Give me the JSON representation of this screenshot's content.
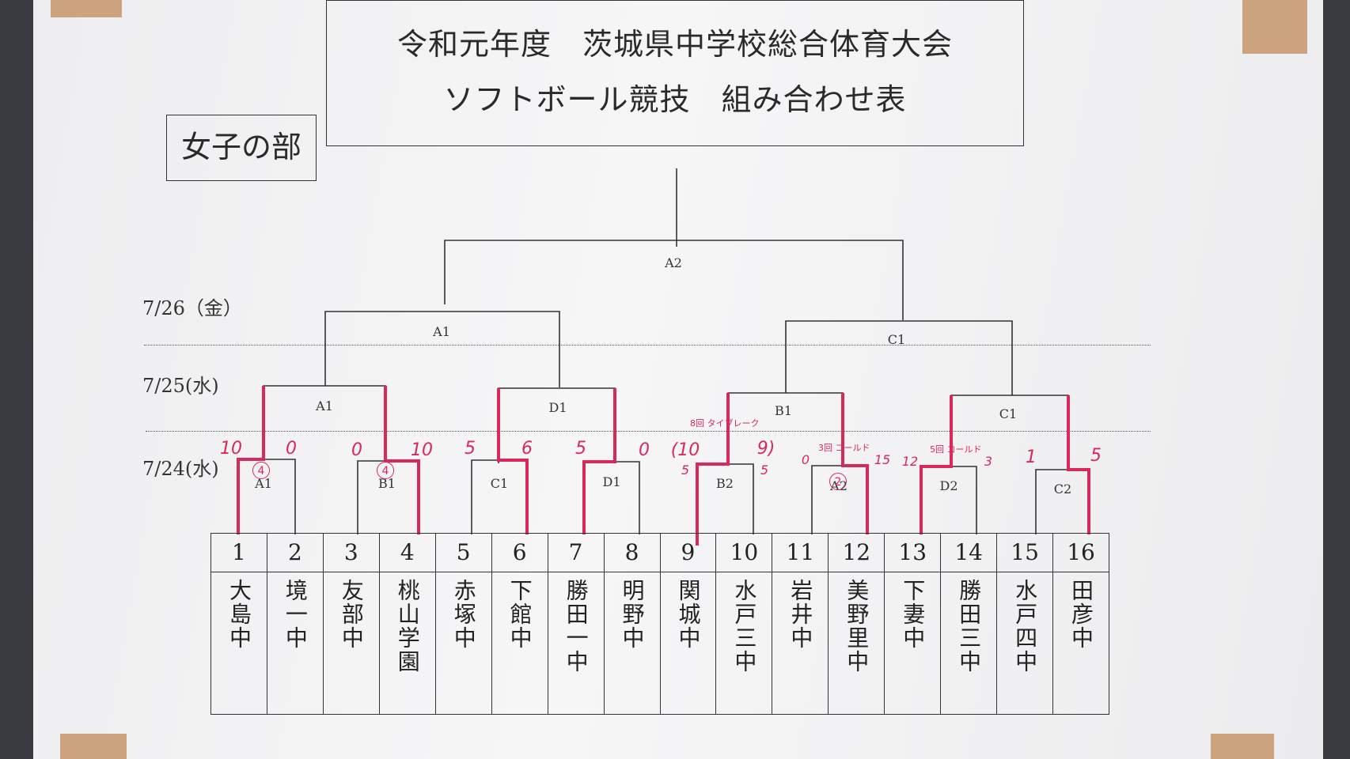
{
  "poster": {
    "title_line1": "令和元年度　茨城県中学校総合体育大会",
    "title_line2": "ソフトボール競技　組み合わせ表",
    "division": "女子の部"
  },
  "dates": {
    "day3": "7/26（金）",
    "day2": "7/25(水)",
    "day1": "7/24(水)"
  },
  "bracket": {
    "final": "A2",
    "semi": [
      "A1",
      "C1"
    ],
    "quarter": [
      "A1",
      "D1",
      "B1",
      "C1"
    ],
    "first_round": [
      "A1",
      "B1",
      "C1",
      "D1",
      "B2",
      "A2",
      "D2",
      "C2"
    ]
  },
  "teams": [
    {
      "no": "1",
      "name": "大島中"
    },
    {
      "no": "2",
      "name": "境一中"
    },
    {
      "no": "3",
      "name": "友部中"
    },
    {
      "no": "4",
      "name": "桃山学園"
    },
    {
      "no": "5",
      "name": "赤塚中"
    },
    {
      "no": "6",
      "name": "下館中"
    },
    {
      "no": "7",
      "name": "勝田一中"
    },
    {
      "no": "8",
      "name": "明野中"
    },
    {
      "no": "9",
      "name": "関城中"
    },
    {
      "no": "10",
      "name": "水戸三中"
    },
    {
      "no": "11",
      "name": "岩井中"
    },
    {
      "no": "12",
      "name": "美野里中"
    },
    {
      "no": "13",
      "name": "下妻中"
    },
    {
      "no": "14",
      "name": "勝田三中"
    },
    {
      "no": "15",
      "name": "水戸四中"
    },
    {
      "no": "16",
      "name": "田彦中"
    }
  ],
  "scores": {
    "g1": [
      "10",
      "0"
    ],
    "g2": [
      "0",
      "10"
    ],
    "g3": [
      "5",
      "6"
    ],
    "g4": [
      "5",
      "0"
    ],
    "g5": [
      "(10",
      "9)"
    ],
    "g5_small": [
      "5",
      "5"
    ],
    "g6": [
      "0",
      "15"
    ],
    "g7": [
      "12",
      "3"
    ],
    "g8": [
      "1",
      "5"
    ],
    "circled": [
      "4",
      "4",
      "2"
    ],
    "notes": [
      "8回 タイブレーク",
      "3回 コールド",
      "5回 コールド"
    ]
  },
  "colors": {
    "ink": "#333333",
    "winner_line": "#d8285c",
    "paper": "#f3f3f4",
    "tape": "#c79a72"
  }
}
